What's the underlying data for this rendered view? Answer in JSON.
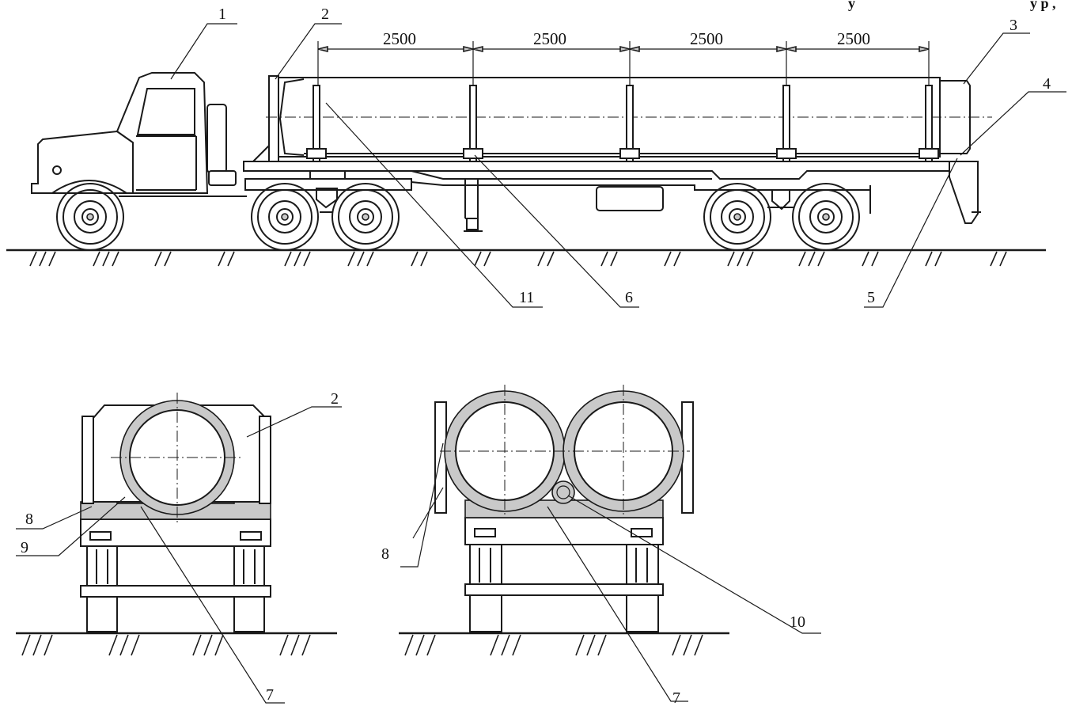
{
  "header": {
    "fragment_text": "у                        у р ,",
    "fragment_text_parts": [
      "у",
      "у р ,"
    ]
  },
  "dimensions": [
    "2500",
    "2500",
    "2500",
    "2500"
  ],
  "side_view_labels": {
    "l1": "1",
    "l2": "2",
    "l3": "3",
    "l4": "4",
    "l5": "5",
    "l6": "6",
    "l11": "11"
  },
  "rear_view_single_labels": {
    "l2": "2",
    "l8": "8",
    "l9": "9",
    "l7": "7"
  },
  "rear_view_double_labels": {
    "l8": "8",
    "l10": "10",
    "l7": "7"
  }
}
